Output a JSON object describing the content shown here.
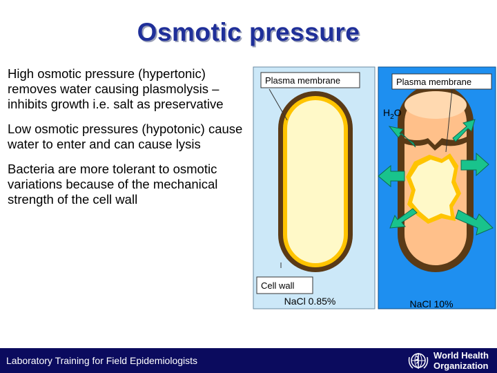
{
  "slide": {
    "title": "Osmotic pressure",
    "bullets": [
      "High osmotic pressure (hypertonic) removes water causing plasmolysis – inhibits growth i.e. salt as preservative",
      "Low osmotic pressures (hypotonic) cause water to enter and can cause lysis",
      "Bacteria are more tolerant to osmotic variations because of the mechanical strength of the cell wall"
    ]
  },
  "diagram": {
    "left_panel": {
      "membrane_label": "Plasma membrane",
      "cell_wall_label": "Cell wall",
      "solution_label": "NaCl 0.85%"
    },
    "right_panel": {
      "membrane_label": "Plasma membrane",
      "water_label_main": "H",
      "water_label_sub": "2",
      "water_label_end": "O",
      "solution_label": "NaCl 10%"
    }
  },
  "footer": {
    "course": "Laboratory Training for Field Epidemiologists",
    "org_line1": "World Health",
    "org_line2": "Organization"
  },
  "colors": {
    "title": "#1f2f99",
    "isotonic_bg": "#cce8f8",
    "hypertonic_bg": "#1e8ff0",
    "cell_wall": "#5a3a16",
    "membrane": "#ffc400",
    "cytoplasm": "#fff9c8",
    "shrunk_cell": "#ffc08a",
    "arrow": "#19c38c",
    "footer_bg": "#0b0b5e"
  }
}
